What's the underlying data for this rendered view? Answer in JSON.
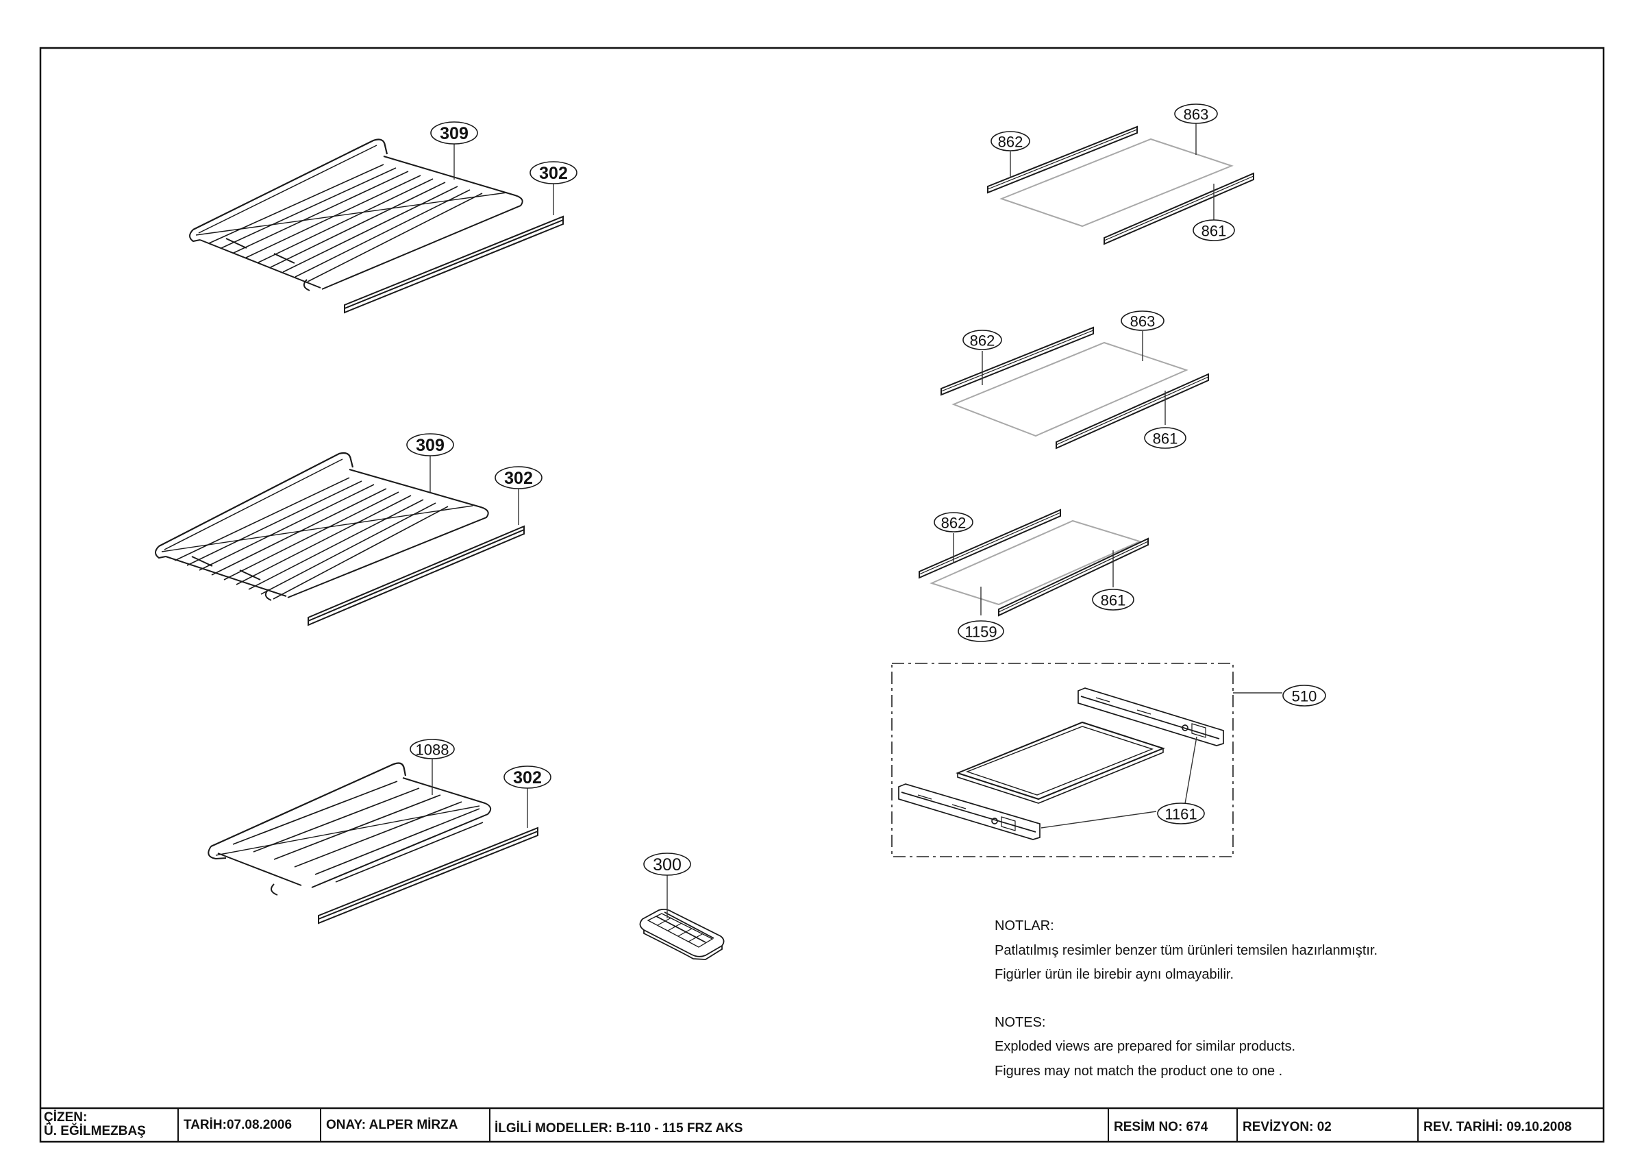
{
  "callouts": {
    "c309a": "309",
    "c302a": "302",
    "c309b": "309",
    "c302b": "302",
    "c1088": "1088",
    "c302c": "302",
    "c300": "300",
    "c863a": "863",
    "c862a": "862",
    "c861a": "861",
    "c863b": "863",
    "c862b": "862",
    "c861b": "861",
    "c862c": "862",
    "c861c": "861",
    "c1159": "1159",
    "c510": "510",
    "c1161": "1161"
  },
  "notes": {
    "tr_heading": "NOTLAR:",
    "tr_line1": "Patlatılmış  resimler benzer tüm ürünleri temsilen  hazırlanmıştır.",
    "tr_line2": "Figürler ürün ile birebir aynı olmayabilir.",
    "en_heading": "NOTES:",
    "en_line1": "Exploded views are prepared for similar products.",
    "en_line2": "Figures  may not match the product one to one ."
  },
  "title_block": {
    "drawn_label": "ÇİZEN:",
    "drawn_name": "Ü. EĞİLMEZBAŞ",
    "date": "TARİH:07.08.2006",
    "approval": "ONAY: ALPER MİRZA",
    "models": "İLGİLİ MODELLER: B-110 - 115 FRZ AKS",
    "drawing_no": "RESİM NO: 674",
    "revision": "REVİZYON: 02",
    "rev_date": "REV. TARİHİ:  09.10.2008"
  }
}
